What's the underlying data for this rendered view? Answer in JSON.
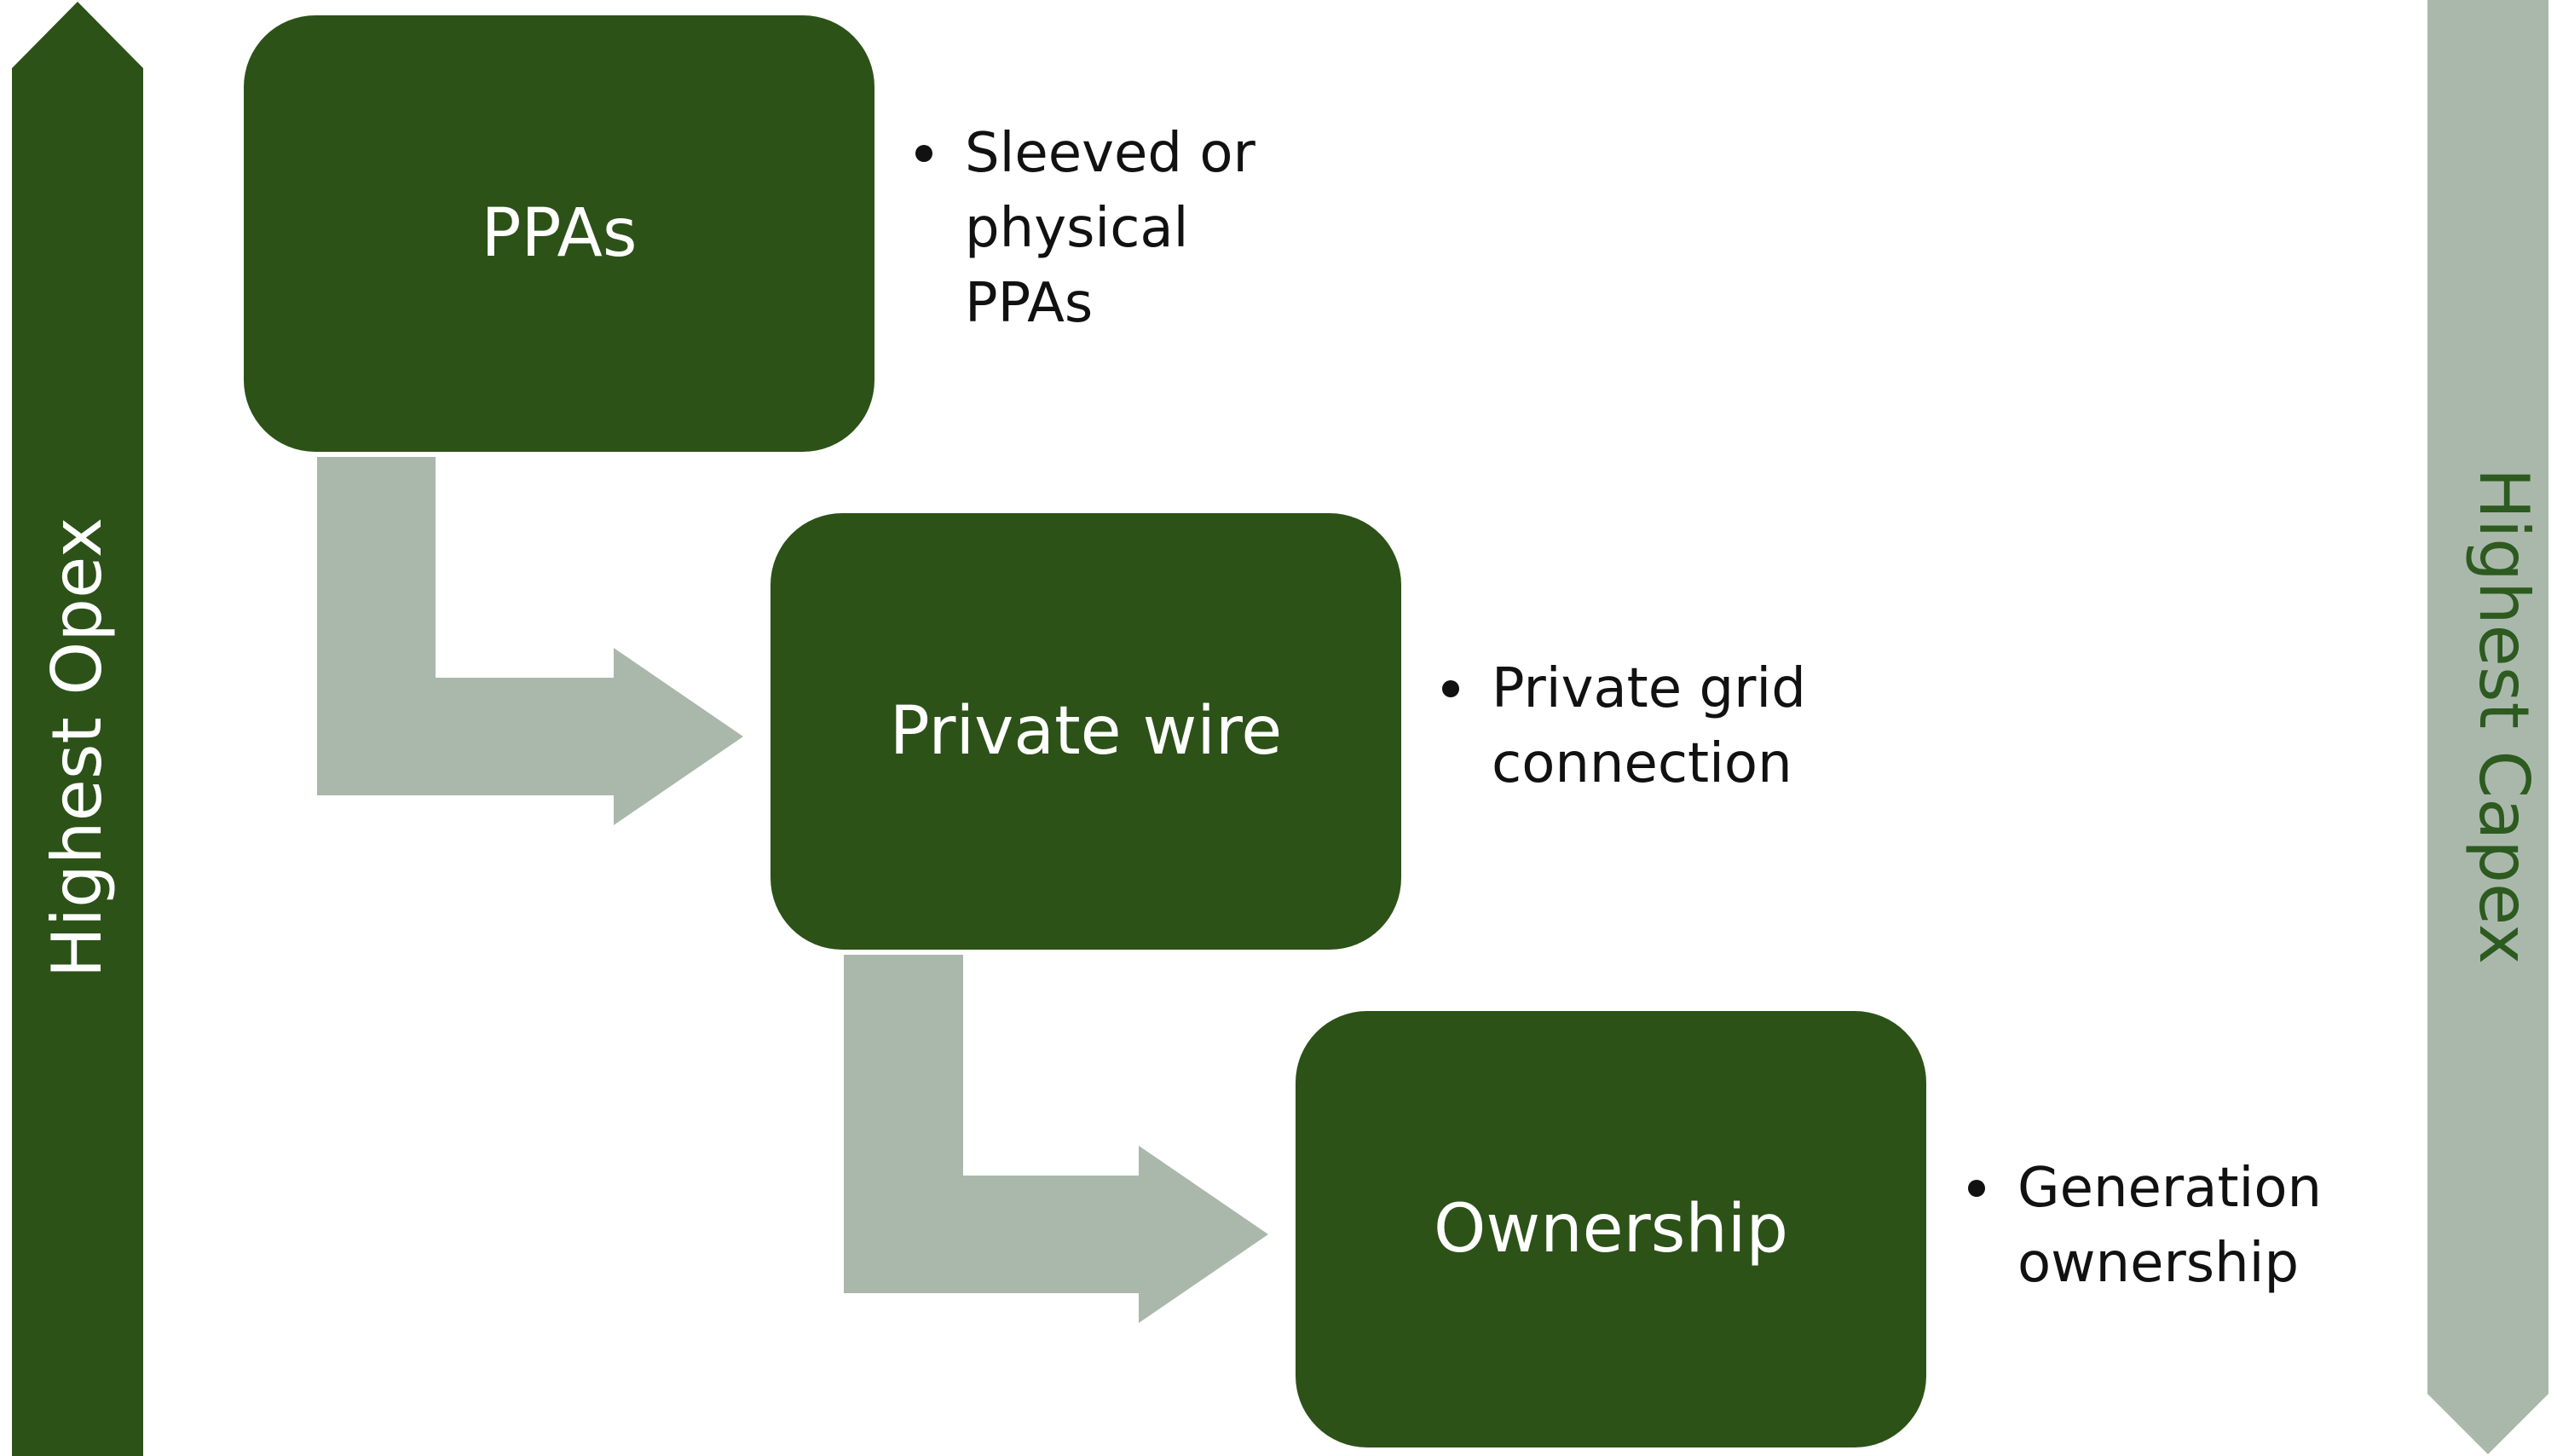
{
  "axes": {
    "left_label": "Highest Opex",
    "right_label": "Highest Capex"
  },
  "stages": [
    {
      "title": "PPAs",
      "bullets": [
        "Sleeved or\nphysical\nPPAs"
      ]
    },
    {
      "title": "Private wire",
      "bullets": [
        "Private grid\nconnection"
      ]
    },
    {
      "title": "Ownership",
      "bullets": [
        "Generation\nownership"
      ]
    }
  ],
  "colors": {
    "box_fill": "#2c5218",
    "box_text": "#ffffff",
    "opex_arrow": "#2c5218",
    "capex_arrow": "#aab8ab",
    "connector_arrow": "#aab8ab",
    "capex_text": "#2c5a1f",
    "bullet_text": "#111111"
  }
}
